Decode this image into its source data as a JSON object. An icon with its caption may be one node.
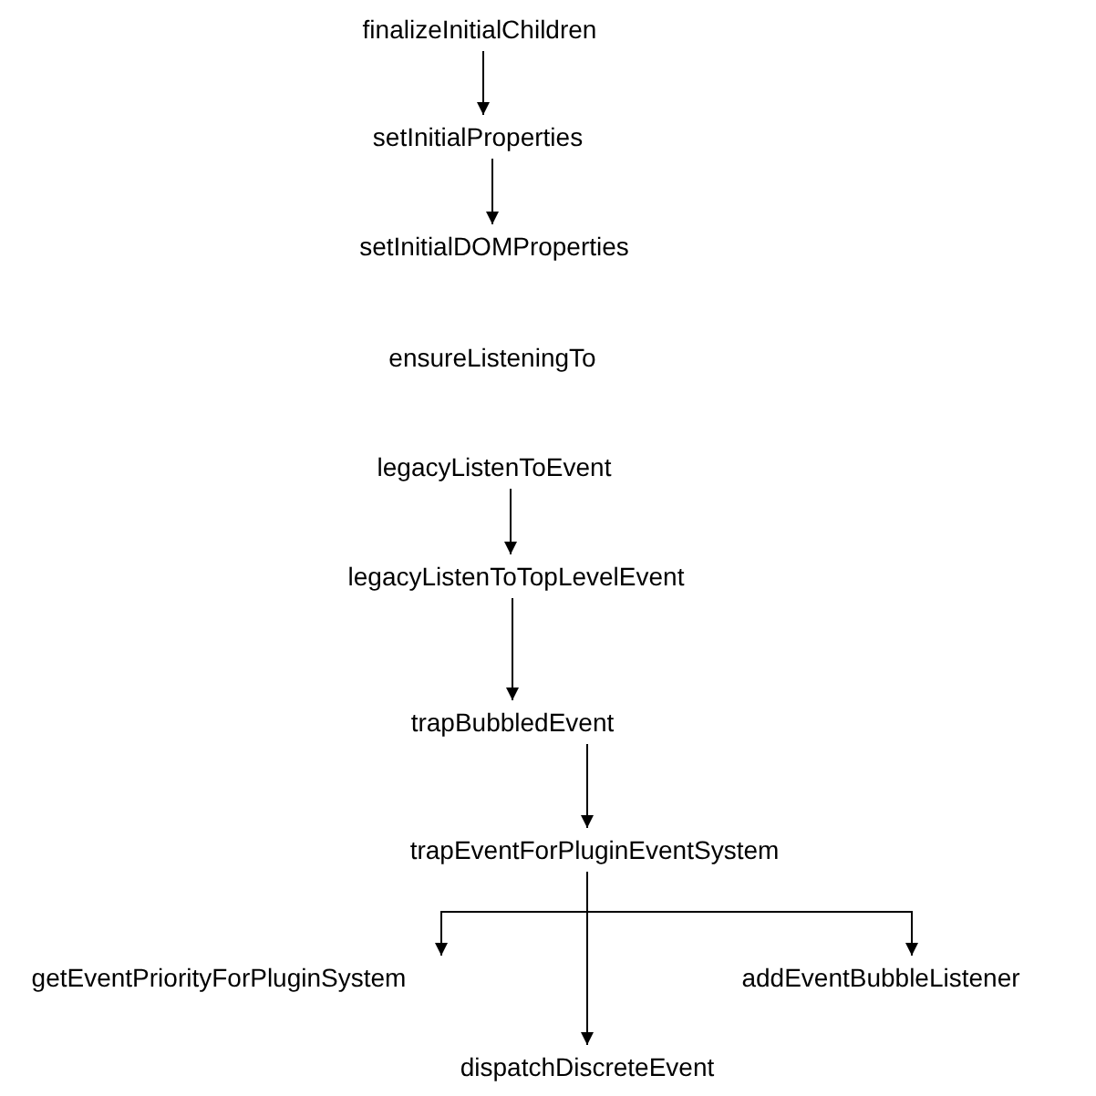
{
  "diagram": {
    "nodes": [
      {
        "text": [
          "finalizeInitialChildren"
        ]
      },
      {
        "text": [
          "setInitialProperties"
        ]
      },
      {
        "text": [
          "setInitialDOMProperties"
        ]
      },
      {
        "text": [
          "ensureListeningTo"
        ]
      },
      {
        "text": [
          "legacyListenToEvent"
        ]
      },
      {
        "text": [
          "legacyListenToTopLevelEvent"
        ]
      },
      {
        "text": [
          "trapBubbledEvent"
        ]
      },
      {
        "text": [
          "trapEventForPluginEventSystem"
        ]
      },
      {
        "text": [
          "getEventPriorityForPluginSystem"
        ]
      },
      {
        "text": [
          "addEventBubbleListener"
        ]
      },
      {
        "text": [
          "dispatchDiscreteEvent"
        ]
      }
    ],
    "edges": [
      {
        "from": 0,
        "to": 1,
        "arrow": "to"
      },
      {
        "from": 1,
        "to": 2,
        "arrow": "to"
      },
      {
        "from": 4,
        "to": 5,
        "arrow": "to"
      },
      {
        "from": 5,
        "to": 6,
        "arrow": "to"
      },
      {
        "from": 6,
        "to": 7,
        "arrow": "to"
      },
      {
        "from": 7,
        "to": 8,
        "arrow": "to"
      },
      {
        "from": 7,
        "to": 10,
        "arrow": "to"
      },
      {
        "from": 7,
        "to": 9,
        "arrow": "to"
      }
    ]
  }
}
